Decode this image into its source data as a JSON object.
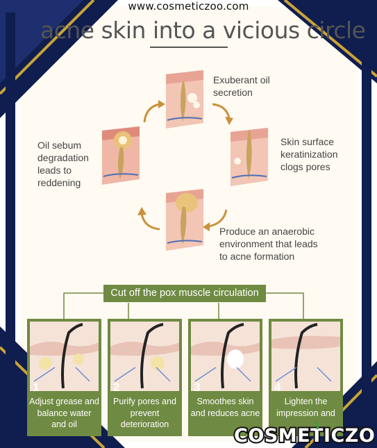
{
  "watermark": {
    "text": "www.cosmeticzoo.com"
  },
  "headline": {
    "text": "acne skin into a vicious circle"
  },
  "cycle": {
    "top": "Exuberant oil\nsecretion",
    "right": "Skin surface\nkeratinization\nclogs pores",
    "bottom": "Produce an anaerobic\nenvironment that leads\nto acne formation",
    "left": "Oil sebum\ndegradation\nleads to\nreddening"
  },
  "banner": {
    "text": "Cut off the pox muscle circulation"
  },
  "steps": [
    {
      "num": "1",
      "text": "Adjust grease and\nbalance water\nand oil"
    },
    {
      "num": "2",
      "text": "Purify pores and\nprevent\ndeterioration"
    },
    {
      "num": "3",
      "text": "Smoothes skin\nand reduces acne"
    },
    {
      "num": "4",
      "text": "Lighten the\nimpression and"
    }
  ],
  "logo": {
    "text": "COSMETICZOO"
  },
  "colors": {
    "navy": "#0f1d4f",
    "gold": "#c9a437",
    "green": "#6f8a42",
    "arrow": "#c8913a",
    "skin": "#f2c5b5"
  }
}
